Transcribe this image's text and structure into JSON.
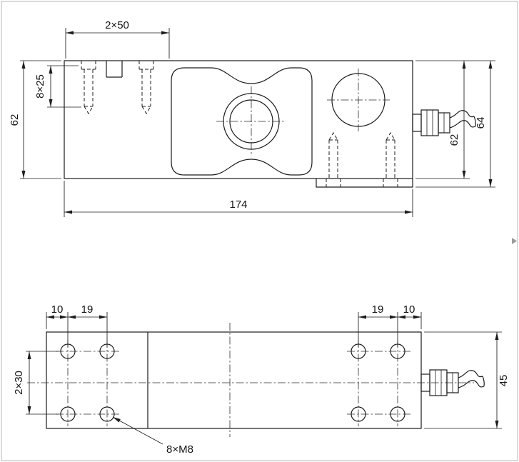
{
  "colors": {
    "line": "#1c1c1c",
    "background": "#ffffff",
    "frame": "#b5b5b5"
  },
  "top_view": {
    "dims": {
      "spacing_top": "2×50",
      "depth_left": "8×25",
      "height_left": "62",
      "length": "174",
      "height_right_inner": "62",
      "height_right_outer": "64"
    }
  },
  "bottom_view": {
    "dims": {
      "edge_left": "10",
      "pitch_left": "19",
      "pitch_right": "19",
      "edge_right": "10",
      "row_pitch": "2×30",
      "width": "45"
    },
    "thread_callout": "8×M8"
  }
}
